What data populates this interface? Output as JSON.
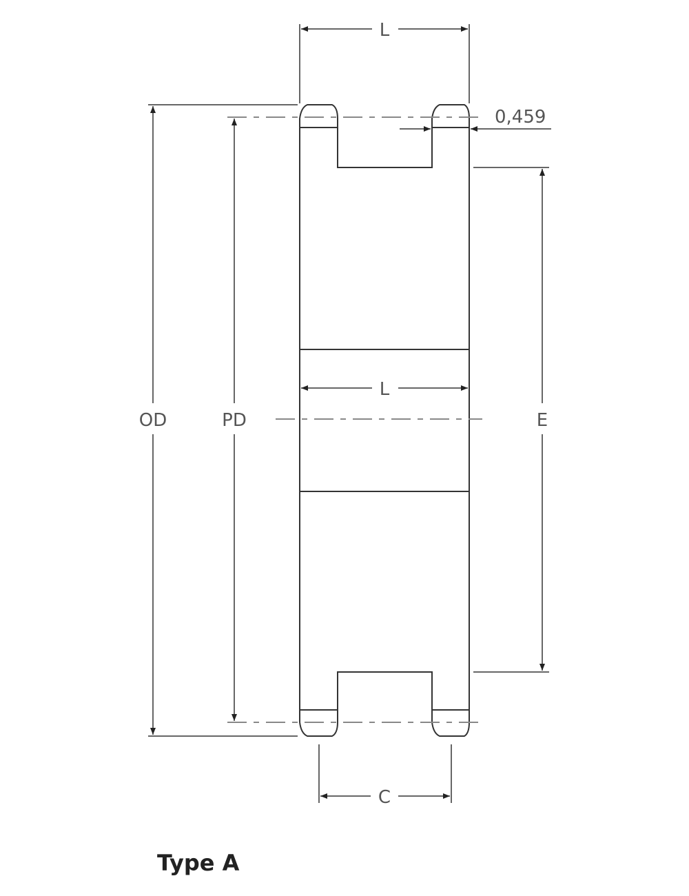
{
  "diagram": {
    "title": "Type A",
    "labels": {
      "length_top": "L",
      "length_bore": "L",
      "outer_diameter": "OD",
      "pitch_diameter": "PD",
      "hub_diameter": "E",
      "tooth_spacing": "C",
      "tooth_width": "0,459"
    },
    "colors": {
      "line": "#333333",
      "text": "#555555"
    }
  }
}
